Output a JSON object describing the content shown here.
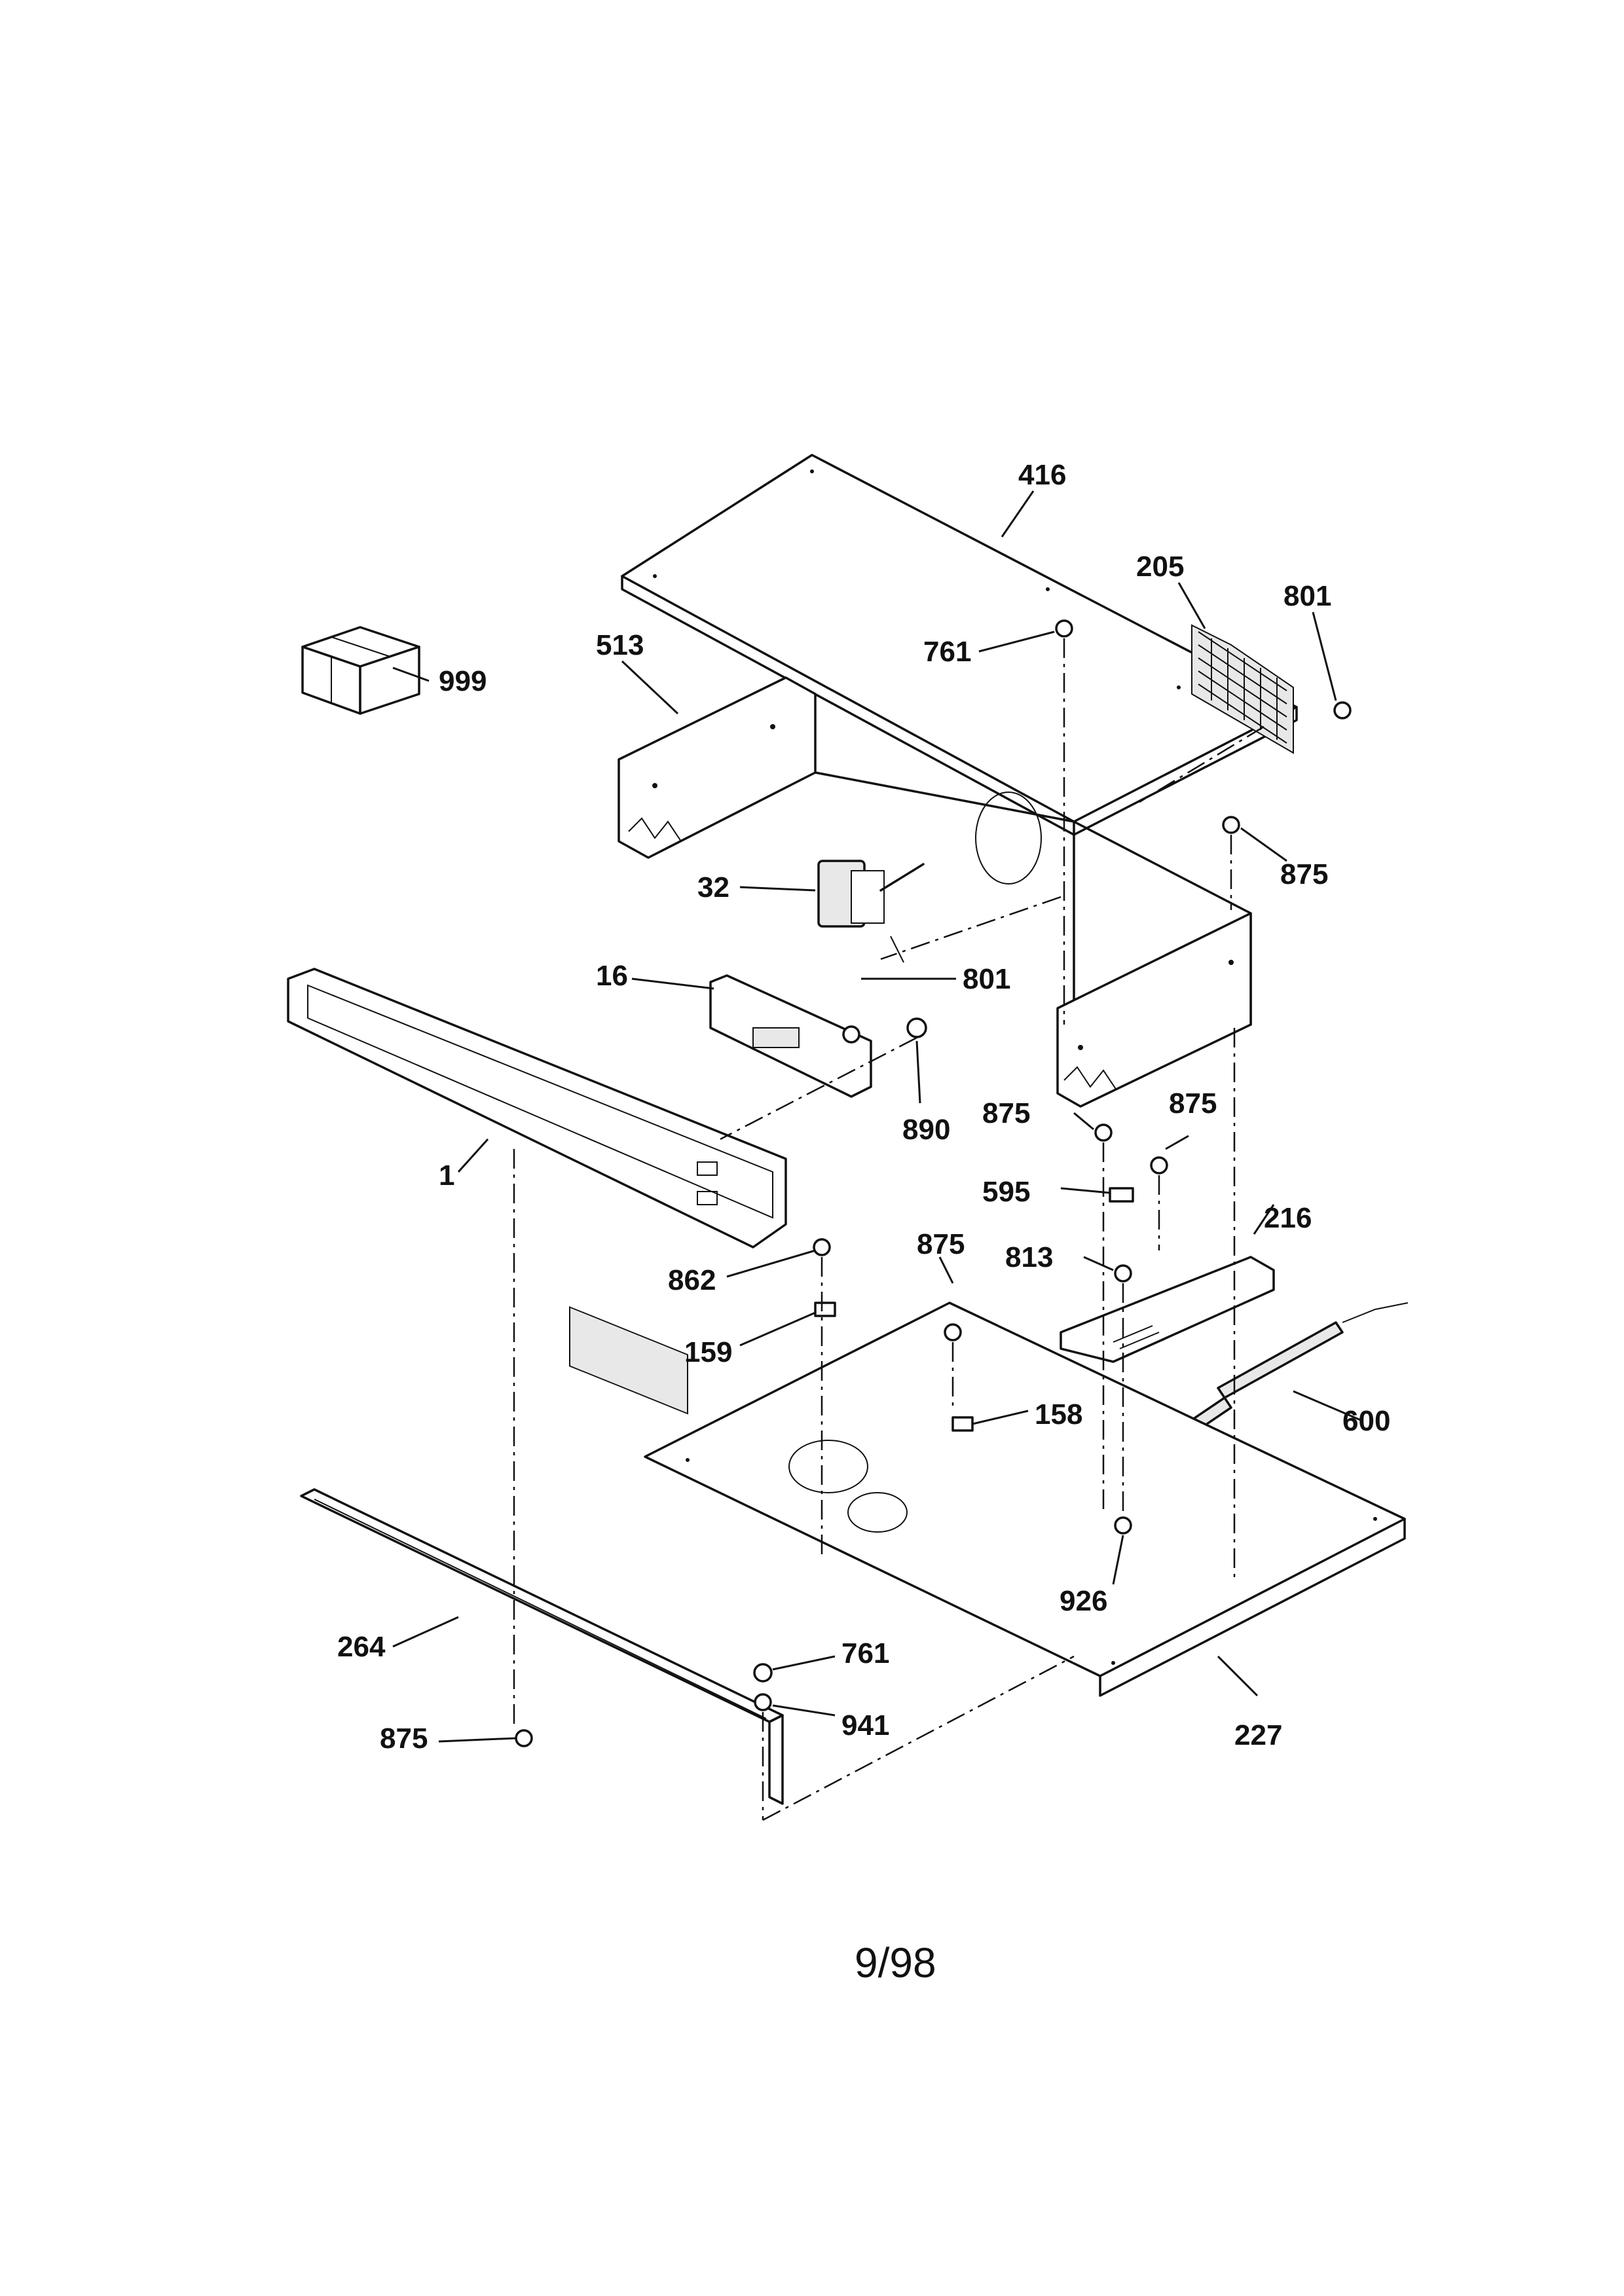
{
  "labels": [
    {
      "id": "416",
      "text": "416"
    },
    {
      "id": "205",
      "text": "205"
    },
    {
      "id": "801a",
      "text": "801"
    },
    {
      "id": "513",
      "text": "513"
    },
    {
      "id": "761a",
      "text": "761"
    },
    {
      "id": "999",
      "text": "999"
    },
    {
      "id": "875a",
      "text": "875"
    },
    {
      "id": "32",
      "text": "32"
    },
    {
      "id": "16",
      "text": "16"
    },
    {
      "id": "801b",
      "text": "801"
    },
    {
      "id": "890",
      "text": "890"
    },
    {
      "id": "875b",
      "text": "875"
    },
    {
      "id": "875c",
      "text": "875"
    },
    {
      "id": "1",
      "text": "1"
    },
    {
      "id": "595",
      "text": "595"
    },
    {
      "id": "216",
      "text": "216"
    },
    {
      "id": "875d",
      "text": "875"
    },
    {
      "id": "813",
      "text": "813"
    },
    {
      "id": "862",
      "text": "862"
    },
    {
      "id": "159",
      "text": "159"
    },
    {
      "id": "158",
      "text": "158"
    },
    {
      "id": "600",
      "text": "600"
    },
    {
      "id": "926",
      "text": "926"
    },
    {
      "id": "264",
      "text": "264"
    },
    {
      "id": "761b",
      "text": "761"
    },
    {
      "id": "941",
      "text": "941"
    },
    {
      "id": "875e",
      "text": "875"
    },
    {
      "id": "227",
      "text": "227"
    }
  ],
  "page_mark": "9/98"
}
